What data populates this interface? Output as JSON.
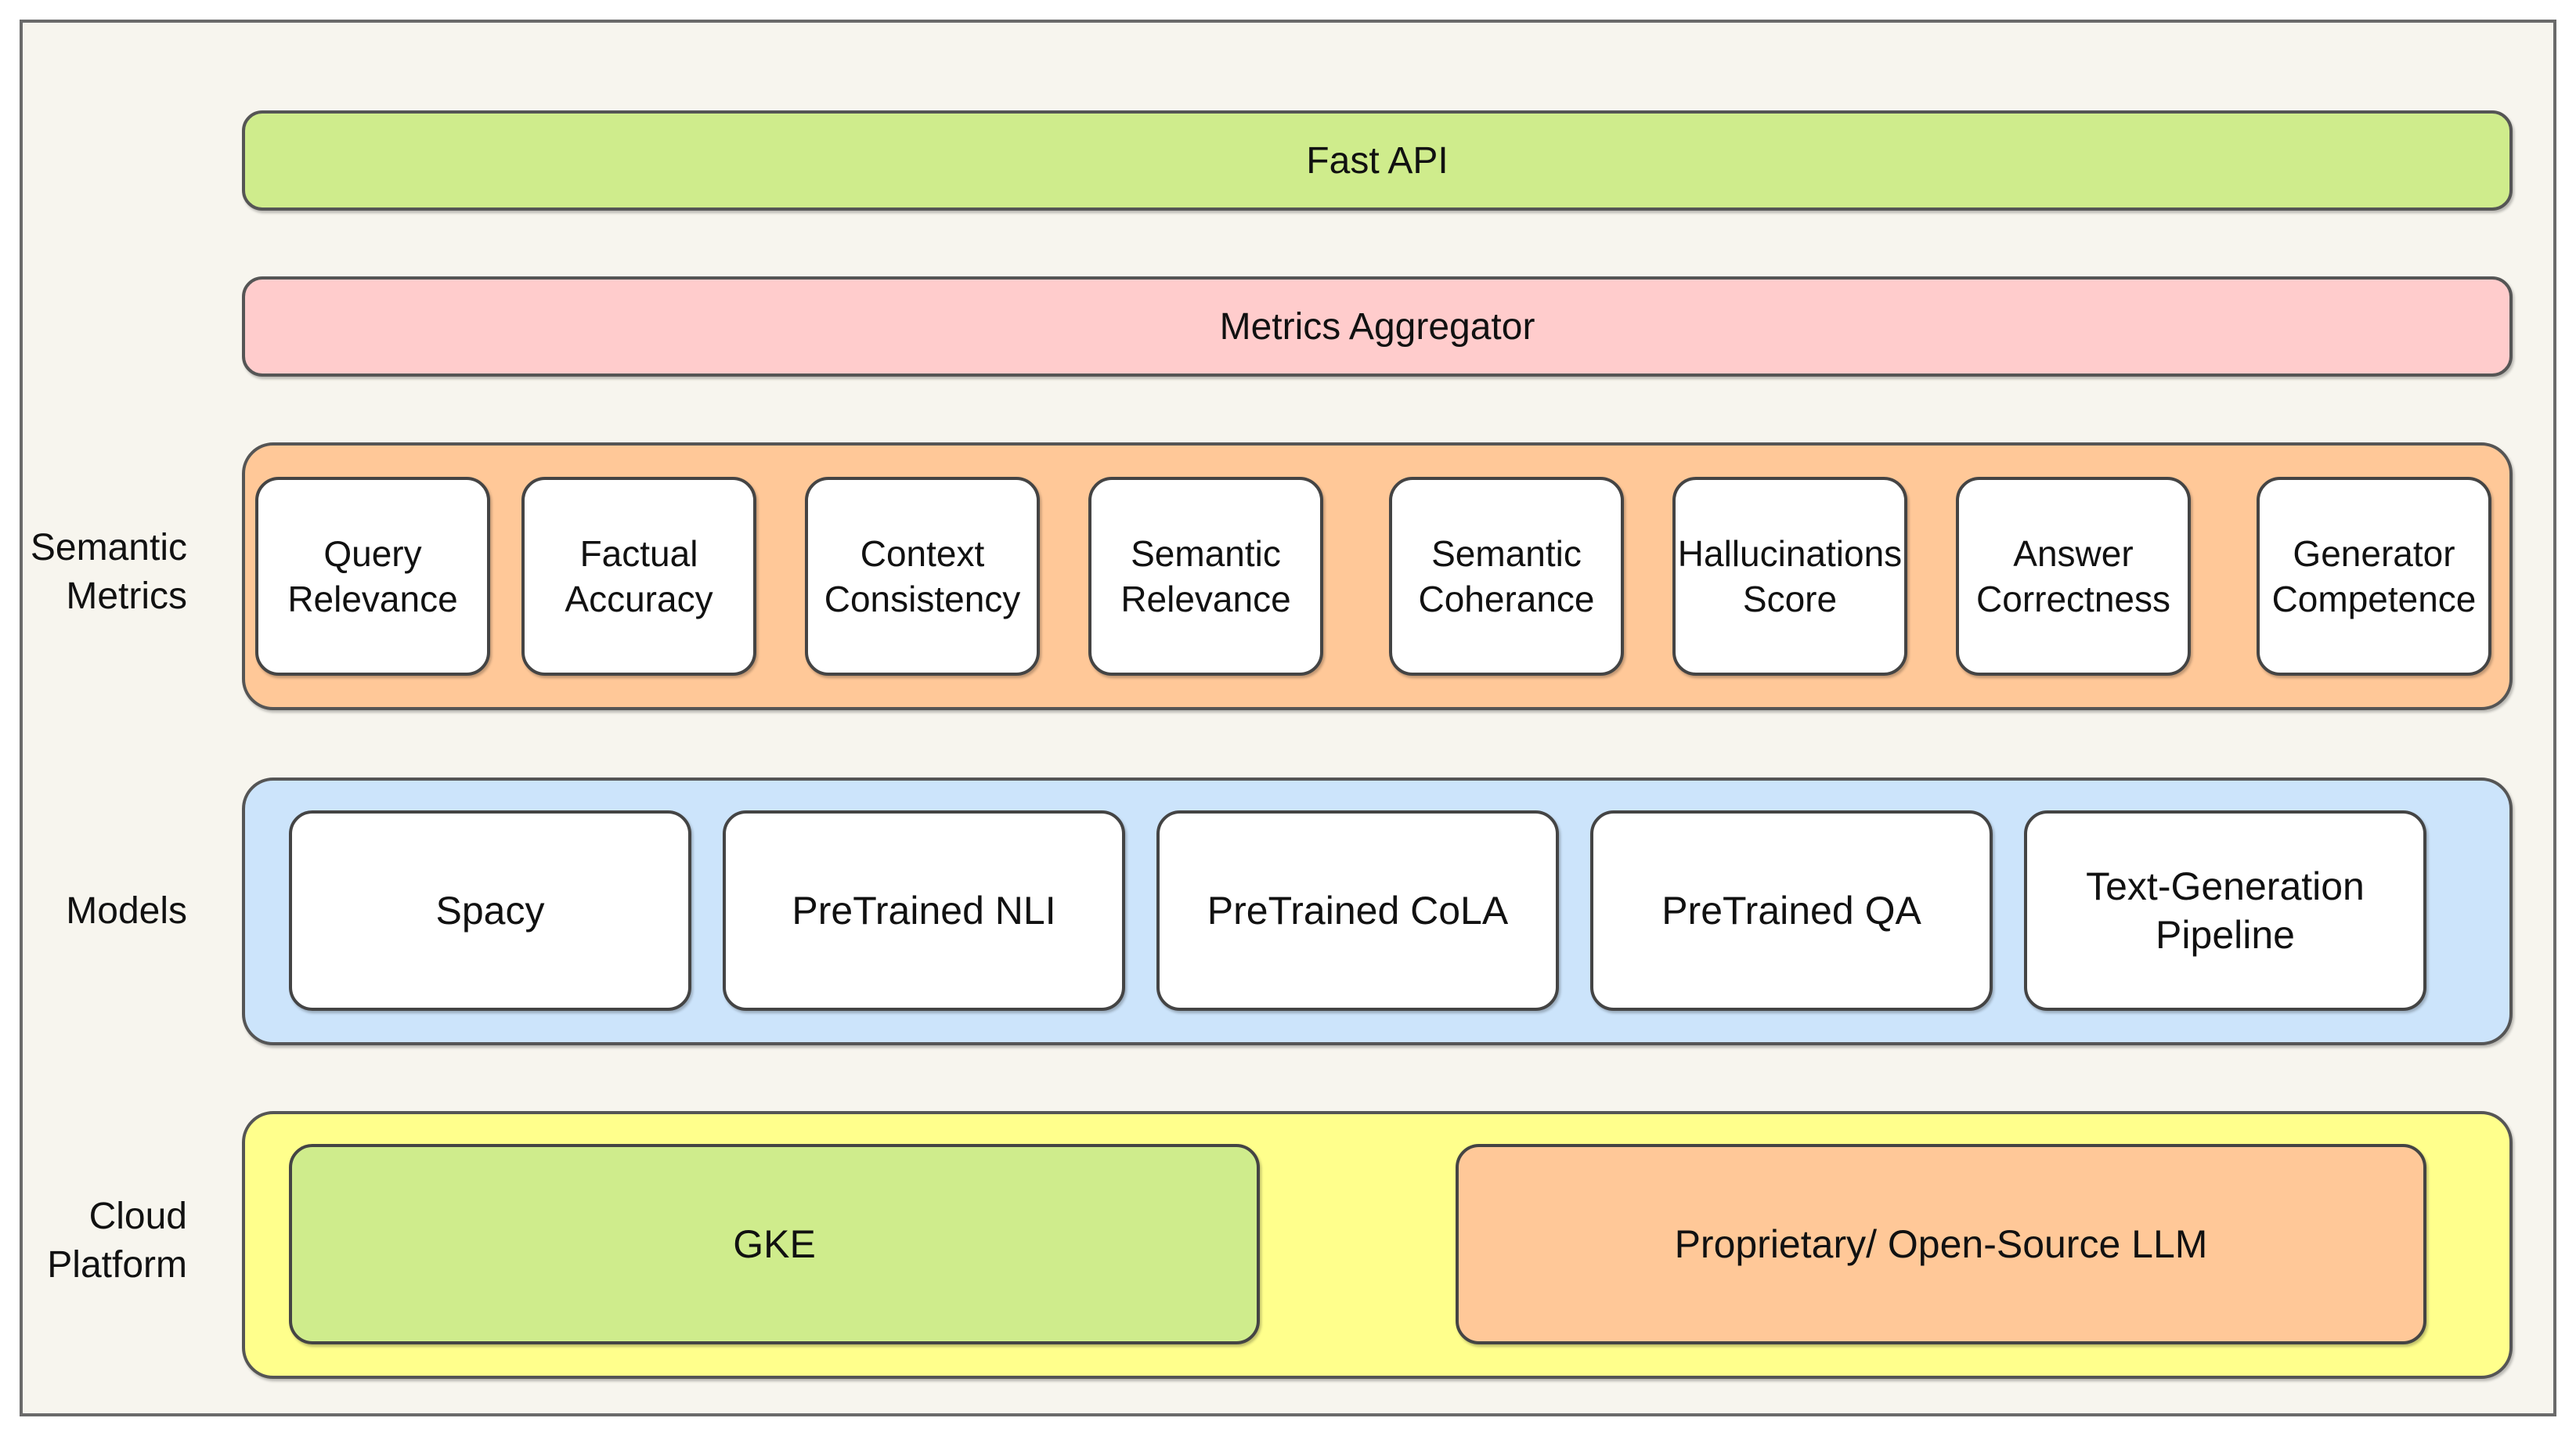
{
  "layers": {
    "fast_api": "Fast API",
    "aggregator": "Metrics Aggregator"
  },
  "rows": {
    "semantic_metrics": {
      "label": "Semantic\nMetrics",
      "items": [
        "Query\nRelevance",
        "Factual\nAccuracy",
        "Context\nConsistency",
        "Semantic\nRelevance",
        "Semantic\nCoherance",
        "Hallucinations\nScore",
        "Answer\nCorrectness",
        "Generator\nCompetence"
      ]
    },
    "models": {
      "label": "Models",
      "items": [
        "Spacy",
        "PreTrained NLI",
        "PreTrained CoLA",
        "PreTrained QA",
        "Text-Generation\nPipeline"
      ]
    },
    "cloud_platform": {
      "label": "Cloud\nPlatform",
      "items": [
        "GKE",
        "Proprietary/ Open-Source LLM"
      ]
    }
  },
  "colors": {
    "fast_api": "#cfec8c",
    "aggregator": "#ffcccc",
    "semantic_metrics": "#ffc898",
    "models": "#cce4fb",
    "cloud_platform": "#ffff8c",
    "gke": "#cfec8c",
    "llm": "#ffc898"
  }
}
